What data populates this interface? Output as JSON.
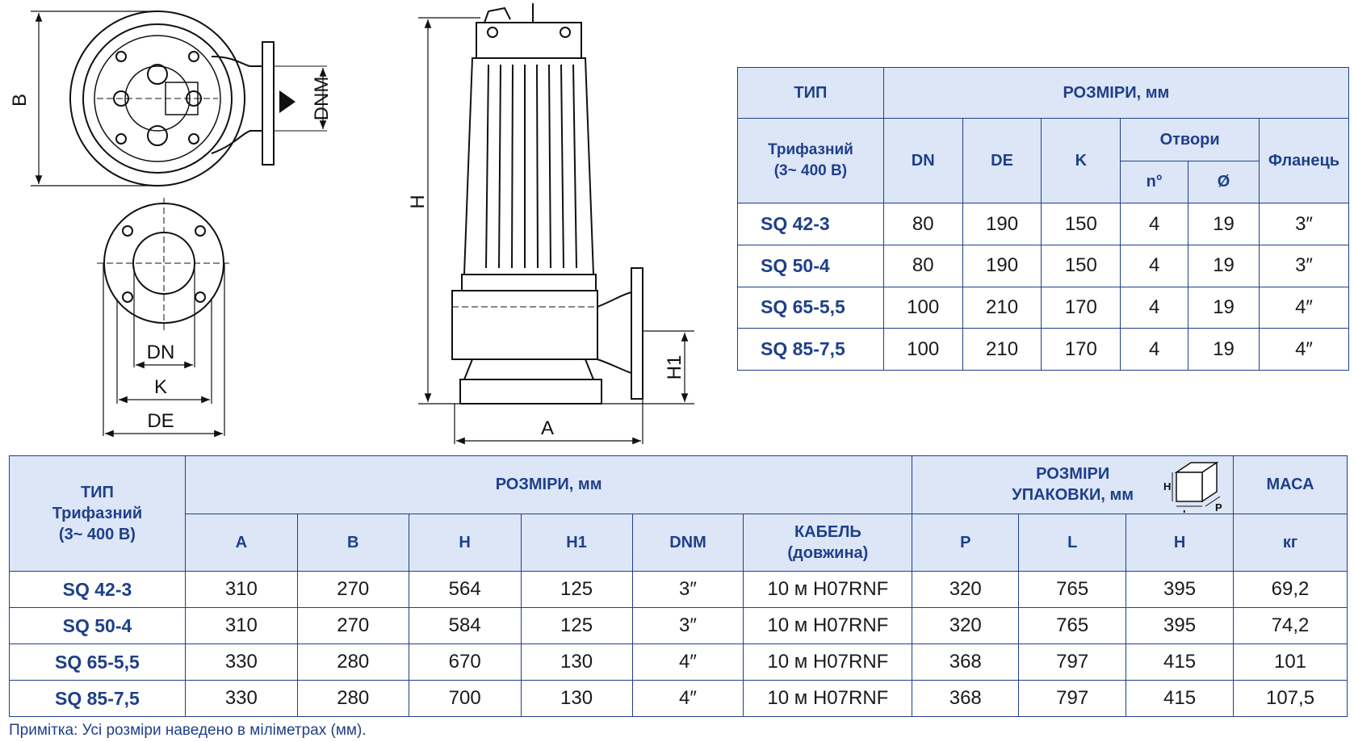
{
  "drawing_labels": {
    "B": "B",
    "DNM": "DNM",
    "DN": "DN",
    "K": "K",
    "DE": "DE",
    "H": "H",
    "H1": "H1",
    "A": "A",
    "pkg_H": "H",
    "pkg_L": "L",
    "pkg_P": "P"
  },
  "table1": {
    "type_header": "ТИП",
    "dims_header": "РОЗМІРИ, мм",
    "subtype": [
      "Трифазний",
      "(3~ 400 В)"
    ],
    "cols": {
      "dn": "DN",
      "de": "DE",
      "k": "K",
      "holes": "Отвори",
      "n": "n°",
      "d": "Ø",
      "flange": "Фланець"
    },
    "rows": [
      {
        "type": "SQ 42-3",
        "dn": "80",
        "de": "190",
        "k": "150",
        "n": "4",
        "d": "19",
        "flange": "3″"
      },
      {
        "type": "SQ 50-4",
        "dn": "80",
        "de": "190",
        "k": "150",
        "n": "4",
        "d": "19",
        "flange": "3″"
      },
      {
        "type": "SQ 65-5,5",
        "dn": "100",
        "de": "210",
        "k": "170",
        "n": "4",
        "d": "19",
        "flange": "4″"
      },
      {
        "type": "SQ 85-7,5",
        "dn": "100",
        "de": "210",
        "k": "170",
        "n": "4",
        "d": "19",
        "flange": "4″"
      }
    ]
  },
  "table2": {
    "type_header": [
      "ТИП",
      "Трифазний",
      "(3~ 400 В)"
    ],
    "dims_header": "РОЗМІРИ, мм",
    "pack_header": [
      "РОЗМІРИ",
      "УПАКОВКИ, мм"
    ],
    "mass_header": "МАСА",
    "cols": {
      "a": "A",
      "b": "B",
      "h": "H",
      "h1": "H1",
      "dnm": "DNM",
      "cable": [
        "КАБЕЛЬ",
        "(довжина)"
      ],
      "p": "P",
      "l": "L",
      "ph": "H",
      "kg": "кг"
    },
    "rows": [
      {
        "type": "SQ 42-3",
        "a": "310",
        "b": "270",
        "h": "564",
        "h1": "125",
        "dnm": "3″",
        "cable": "10 м H07RNF",
        "p": "320",
        "l": "765",
        "ph": "395",
        "mass": "69,2"
      },
      {
        "type": "SQ 50-4",
        "a": "310",
        "b": "270",
        "h": "584",
        "h1": "125",
        "dnm": "3″",
        "cable": "10 м H07RNF",
        "p": "320",
        "l": "765",
        "ph": "395",
        "mass": "74,2"
      },
      {
        "type": "SQ 65-5,5",
        "a": "330",
        "b": "280",
        "h": "670",
        "h1": "130",
        "dnm": "4″",
        "cable": "10 м H07RNF",
        "p": "368",
        "l": "797",
        "ph": "415",
        "mass": "101"
      },
      {
        "type": "SQ 85-7,5",
        "a": "330",
        "b": "280",
        "h": "700",
        "h1": "130",
        "dnm": "4″",
        "cable": "10 м H07RNF",
        "p": "368",
        "l": "797",
        "ph": "415",
        "mass": "107,5"
      }
    ]
  },
  "note": "Примітка: Усі розміри наведено в міліметрах (мм).",
  "colors": {
    "border": "#1f3f8a",
    "header_bg": "#dce6f7",
    "accent_text": "#1f3f8a"
  }
}
